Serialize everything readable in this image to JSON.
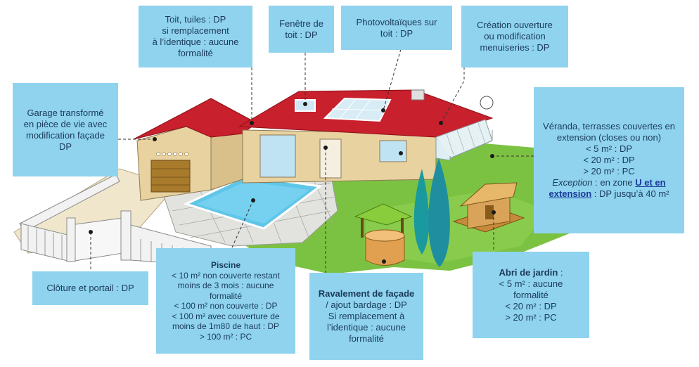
{
  "labels": {
    "toit": {
      "lines": [
        "Toit, tuiles : DP",
        "si remplacement",
        "à l’identique : aucune",
        "formalité"
      ]
    },
    "fenetre": {
      "lines": [
        "Fenêtre de",
        "toit : DP"
      ]
    },
    "photovoltaique": {
      "lines": [
        "Photovoltaïques sur",
        "toit : DP"
      ]
    },
    "creation": {
      "lines": [
        "Création ouverture",
        "ou modification",
        "menuiseries : DP"
      ]
    },
    "garage": {
      "lines": [
        "Garage transformé",
        "en pièce de vie avec",
        "modification façade",
        "DP"
      ]
    },
    "veranda": {
      "lines": [
        "Véranda, terrasses couvertes en",
        "extension (closes ou non)",
        "< 5 m² : DP",
        "< 20 m² : DP",
        "> 20 m² : PC"
      ],
      "exception_word": "Exception",
      "exception_mid": " : en zone ",
      "exception_zone": "U et en",
      "exception_ext": "extension",
      "exception_end": " : DP jusqu’à 40 m²"
    },
    "cloture": {
      "lines": [
        "Clôture et portail : DP"
      ]
    },
    "piscine": {
      "title": "Piscine",
      "lines": [
        "< 10 m² non couverte restant",
        "moins de 3 mois : aucune",
        "formalité",
        "< 100 m² non couverte : DP",
        "< 100 m² avec couverture de",
        "moins de 1m80 de haut : DP",
        "> 100 m² : PC"
      ]
    },
    "ravalement": {
      "title": "Ravalement de  façade",
      "lines": [
        "/ ajout bardage : DP",
        "Si remplacement à",
        "l’identique : aucune",
        "formalité"
      ]
    },
    "abri": {
      "title": "Abri de jardin",
      "title_suffix": " :",
      "lines": [
        "< 5 m² : aucune",
        "formalité",
        "< 20 m² : DP",
        "> 20 m² : PC"
      ]
    }
  },
  "colors": {
    "box": "#8fd3ee",
    "text": "#1b3a5a",
    "roof": "#c8202c",
    "wall": "#e8d2a0",
    "grass": "#7cc242",
    "pool": "#5fc6e8"
  }
}
